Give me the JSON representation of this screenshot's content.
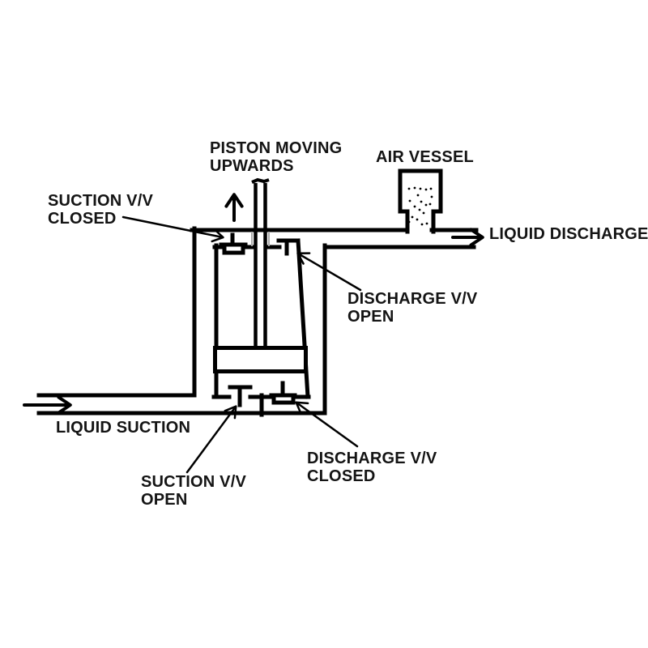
{
  "diagram": {
    "subject": "Reciprocating piston pump - upward stroke",
    "labels": {
      "piston_direction": {
        "line1": "PISTON MOVING",
        "line2": "UPWARDS"
      },
      "air_vessel": {
        "line1": "AIR VESSEL"
      },
      "suction_valve_top": {
        "line1": "SUCTION V/V",
        "line2": "CLOSED"
      },
      "liquid_discharge": {
        "line1": "LIQUID DISCHARGE"
      },
      "discharge_valve_top": {
        "line1": "DISCHARGE V/V",
        "line2": "OPEN"
      },
      "liquid_suction": {
        "line1": "LIQUID SUCTION"
      },
      "suction_valve_bottom": {
        "line1": "SUCTION V/V",
        "line2": "OPEN"
      },
      "discharge_valve_bottom": {
        "line1": "DISCHARGE V/V",
        "line2": "CLOSED"
      }
    },
    "colors": {
      "ink": "#000000",
      "background": "#ffffff",
      "gland_shading": "#aaaaaa"
    }
  }
}
